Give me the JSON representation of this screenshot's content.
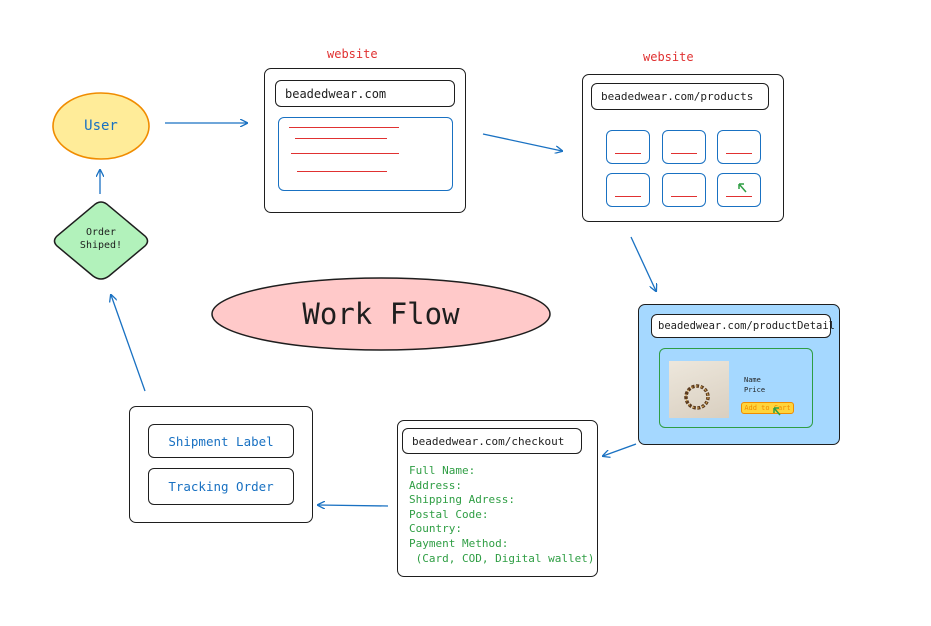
{
  "title": "Work Flow",
  "user": "User",
  "order_shipped": [
    "Order",
    "Shiped!"
  ],
  "website_label": "website",
  "home": {
    "url": "beadedwear.com"
  },
  "products": {
    "url": "beadedwear.com/products"
  },
  "product_detail": {
    "url": "beadedwear.com/productDetail",
    "name": "Name",
    "price": "Price",
    "add_to_cart": "Add to Cart"
  },
  "checkout": {
    "url": "beadedwear.com/checkout",
    "fields": [
      "Full Name:",
      "Address:",
      "Shipping Adress:",
      "Postal Code:",
      "Country:",
      "Payment Method:",
      " (Card, COD, Digital wallet)"
    ]
  },
  "shipping": {
    "label": "Shipment Label",
    "tracking": "Tracking Order"
  },
  "colors": {
    "user_fill": "#ffec99",
    "user_stroke": "#f08c00",
    "diamond_fill": "#b2f2bb",
    "title_fill": "#ffc9c9",
    "detail_fill": "#a5d8ff",
    "arrow": "#1971c2",
    "red": "#e03131",
    "green": "#2f9e44"
  }
}
